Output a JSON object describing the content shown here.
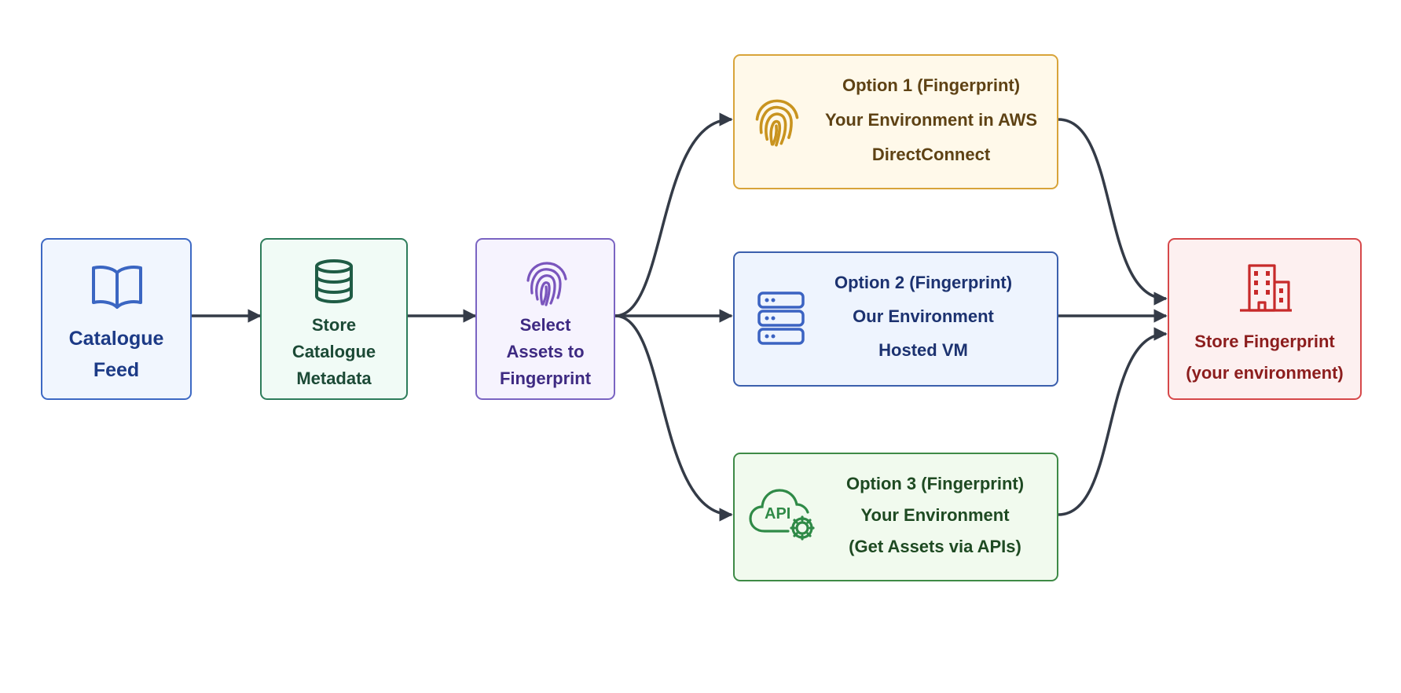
{
  "colors": {
    "arrow": "#343b47",
    "feed": {
      "border": "#3d69c4",
      "fill": "#f1f6fe",
      "text": "#1c3a86",
      "icon": "#3b66c2"
    },
    "store": {
      "border": "#2e7d5b",
      "fill": "#f1fbf6",
      "text": "#1c4a36",
      "icon": "#1f5c45"
    },
    "select": {
      "border": "#7a64c2",
      "fill": "#f6f3fe",
      "text": "#3e2a82",
      "icon": "#7a55bd"
    },
    "option1": {
      "border": "#d8a43a",
      "fill": "#fff9ea",
      "text": "#5e4214",
      "icon": "#c9941f"
    },
    "option2": {
      "border": "#3b5fad",
      "fill": "#eef4fe",
      "text": "#1c3270",
      "icon": "#3b63c2"
    },
    "option3": {
      "border": "#3e8a46",
      "fill": "#f1faee",
      "text": "#1e4a22",
      "icon": "#2f8a47"
    },
    "result": {
      "border": "#d6484a",
      "fill": "#fdf0f0",
      "text": "#8c1d1d",
      "icon": "#c72a2a"
    }
  },
  "nodes": {
    "feed": {
      "lines": [
        "Catalogue",
        "Feed"
      ],
      "icon": "book-icon"
    },
    "store": {
      "lines": [
        "Store",
        "Catalogue",
        "Metadata"
      ],
      "icon": "database-icon"
    },
    "select": {
      "lines": [
        "Select",
        "Assets to",
        "Fingerprint"
      ],
      "icon": "fingerprint-icon"
    },
    "option1": {
      "lines": [
        "Option 1 (Fingerprint)",
        "Your Environment in AWS",
        "DirectConnect"
      ],
      "icon": "fingerprint-icon"
    },
    "option2": {
      "lines": [
        "Option 2 (Fingerprint)",
        "Our Environment",
        "Hosted VM"
      ],
      "icon": "server-icon"
    },
    "option3": {
      "lines": [
        "Option 3 (Fingerprint)",
        "Your Environment",
        "(Get Assets via APIs)"
      ],
      "icon": "api-cloud-icon",
      "icon_text": "API"
    },
    "result": {
      "lines": [
        "Store Fingerprint",
        "(your environment)"
      ],
      "icon": "building-icon"
    }
  }
}
